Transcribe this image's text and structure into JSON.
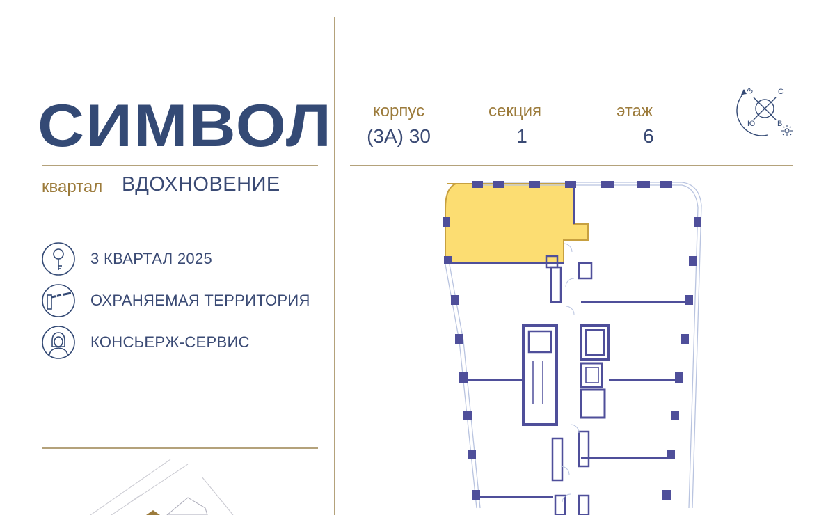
{
  "brand": {
    "logo_text": "СИМВОЛ",
    "district_label": "квартал",
    "district_name": "ВДОХНОВЕНИЕ"
  },
  "features": [
    {
      "icon": "key-icon",
      "text": "3 КВАРТАЛ 2025"
    },
    {
      "icon": "barrier-icon",
      "text": "ОХРАНЯЕМАЯ ТЕРРИТОРИЯ"
    },
    {
      "icon": "concierge-icon",
      "text": "КОНСЬЕРЖ-СЕРВИС"
    }
  ],
  "info": {
    "building_label": "корпус",
    "building_value": "(3А) 30",
    "section_label": "секция",
    "section_value": "1",
    "floor_label": "этаж",
    "floor_value": "6"
  },
  "compass": {
    "north": "С",
    "east": "В",
    "south": "Ю",
    "west": "З"
  },
  "colors": {
    "primary": "#344a75",
    "accent": "#b4a27b",
    "accent_text": "#9c7b3b",
    "wall": "#4f4f9a",
    "highlight": "#fcdd72",
    "window": "#b9c4e0"
  }
}
